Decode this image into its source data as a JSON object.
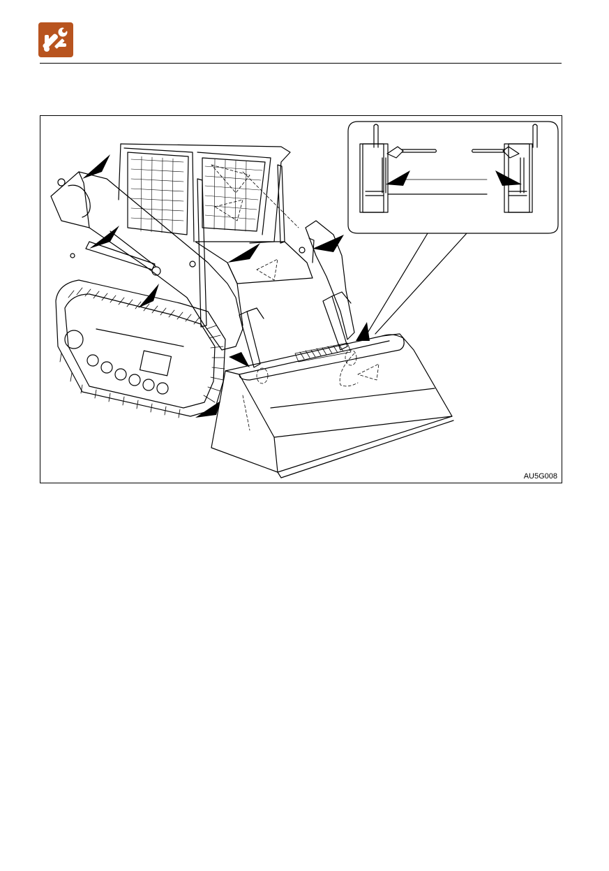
{
  "header": {
    "icon": "wrench-service-icon",
    "icon_color": "#b8541f"
  },
  "figure": {
    "code": "AU5G008",
    "subject": "compact-track-loader-illustration",
    "callout_markers": 10,
    "inset_callout_markers": 2
  }
}
